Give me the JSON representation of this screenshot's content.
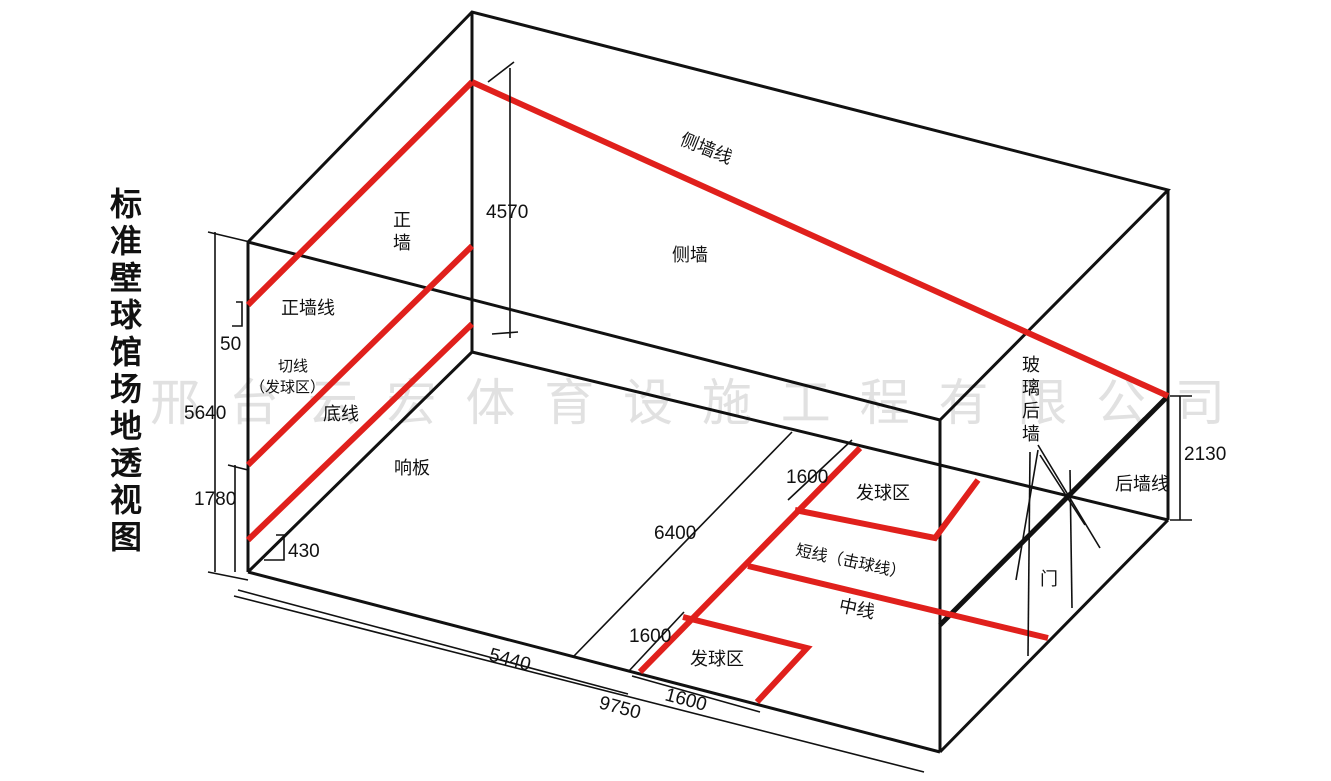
{
  "title": "标准壁球馆场地透视图",
  "watermark": "邢台云宏体育设施工程有限公司",
  "colors": {
    "court_line": "#e0201c",
    "outline": "#111111",
    "watermark": "#c8c8c8"
  },
  "labels": {
    "front_wall": "正墙",
    "front_wall_line": "正墙线",
    "side_wall": "侧墙",
    "side_wall_line": "侧墙线",
    "cut_line": "切线",
    "cut_line_note": "（发球区）",
    "bottom_line": "底线",
    "tin": "响板",
    "glass_back_wall": "玻璃后墙",
    "back_wall_line": "后墙线",
    "door": "门",
    "service_box_far": "发球区",
    "service_box_near": "发球区",
    "short_line": "短线（击球线）",
    "half_court_line": "中线"
  },
  "dimensions": {
    "front_wall_height": "4570",
    "court_height": "5640",
    "line_width": "50",
    "service_line_height": "1780",
    "tin_height": "430",
    "back_wall_height": "2130",
    "short_line_distance": "6400",
    "service_box_far": "1600",
    "service_box_near_side": "1600",
    "service_box_near_front": "1600",
    "court_width": "5440",
    "court_length": "9750"
  }
}
